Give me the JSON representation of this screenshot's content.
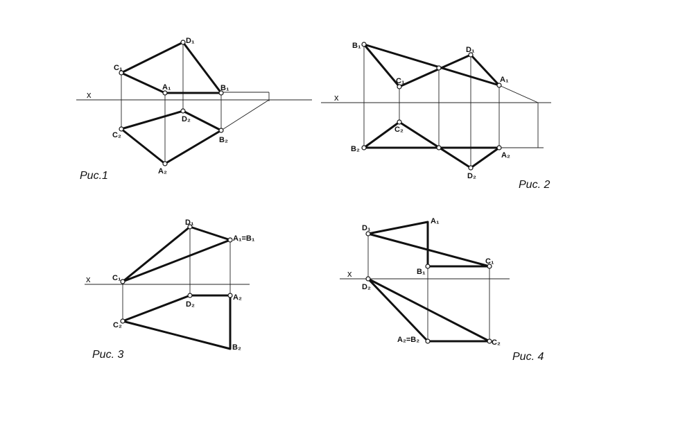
{
  "figures": [
    {
      "caption": "Рис.1",
      "x_label": "x",
      "points": {
        "A1": "A₁",
        "B1": "B₁",
        "C1": "C₁",
        "D1": "D₁",
        "A2": "A₂",
        "B2": "B₂",
        "C2": "C₂",
        "D2": "D₂"
      }
    },
    {
      "caption": "Рис. 2",
      "x_label": "x",
      "points": {
        "A1": "A₁",
        "B1": "B₁",
        "C1": "C₁",
        "D1": "D₁",
        "A2": "A₂",
        "B2": "B₂",
        "C2": "C₂",
        "D2": "D₂"
      }
    },
    {
      "caption": "Рис. 3",
      "x_label": "x",
      "points": {
        "A1B1": "A₁=B₁",
        "C1": "C₁",
        "D1": "D₁",
        "A2": "A₂",
        "B2": "B₂",
        "C2": "C₂",
        "D2": "D₂"
      }
    },
    {
      "caption": "Рис. 4",
      "x_label": "x",
      "points": {
        "A1": "A₁",
        "B1": "B₁",
        "C1": "C₁",
        "D1": "D₁",
        "A2B2": "A₂=B₂",
        "C2": "C₂",
        "D2": "D₂"
      }
    }
  ]
}
